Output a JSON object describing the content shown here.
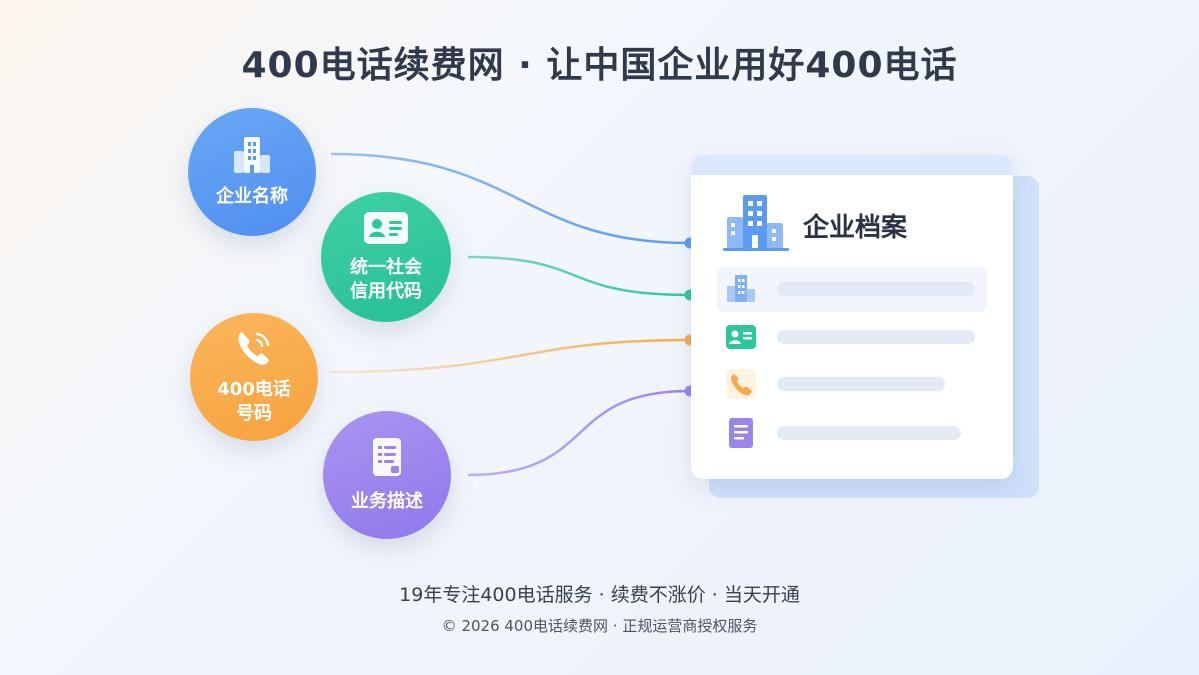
{
  "title": "400电话续费网 · 让中国企业用好400电话",
  "bubbles": [
    {
      "label": "企业名称",
      "icon": "building-icon",
      "color": "#5b9bf3"
    },
    {
      "label": "统一社会\n信用代码",
      "icon": "id-card-icon",
      "color": "#2ec79b"
    },
    {
      "label": "400电话\n号码",
      "icon": "phone-icon",
      "color": "#f8aa48"
    },
    {
      "label": "业务描述",
      "icon": "document-icon",
      "color": "#9a84ee"
    }
  ],
  "card": {
    "title": "企业档案",
    "rows": [
      {
        "icon": "building-icon"
      },
      {
        "icon": "id-card-icon"
      },
      {
        "icon": "phone-icon"
      },
      {
        "icon": "document-icon"
      }
    ]
  },
  "footer": {
    "line1": "19年专注400电话服务 · 续费不涨价 · 当天开通",
    "line2": "© 2026 400电话续费网 · 正规运营商授权服务"
  }
}
